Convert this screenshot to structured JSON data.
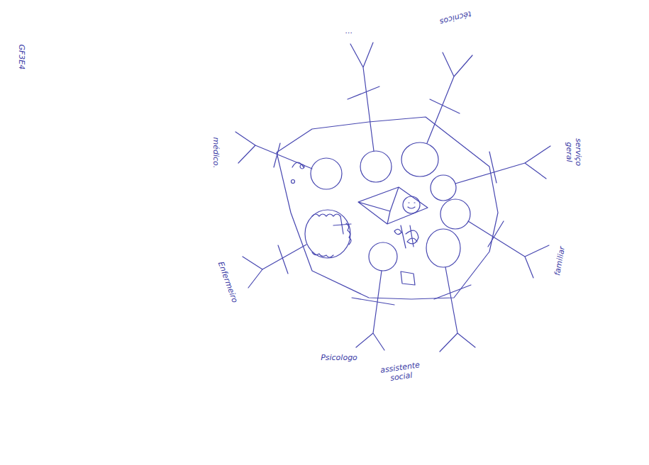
{
  "diagram": {
    "labels": [
      "GF3E4",
      "...",
      "técnicos",
      "serviço geral",
      "familiar",
      "assistente social",
      "Psicologo",
      "Enfermeiro",
      "médico."
    ]
  }
}
